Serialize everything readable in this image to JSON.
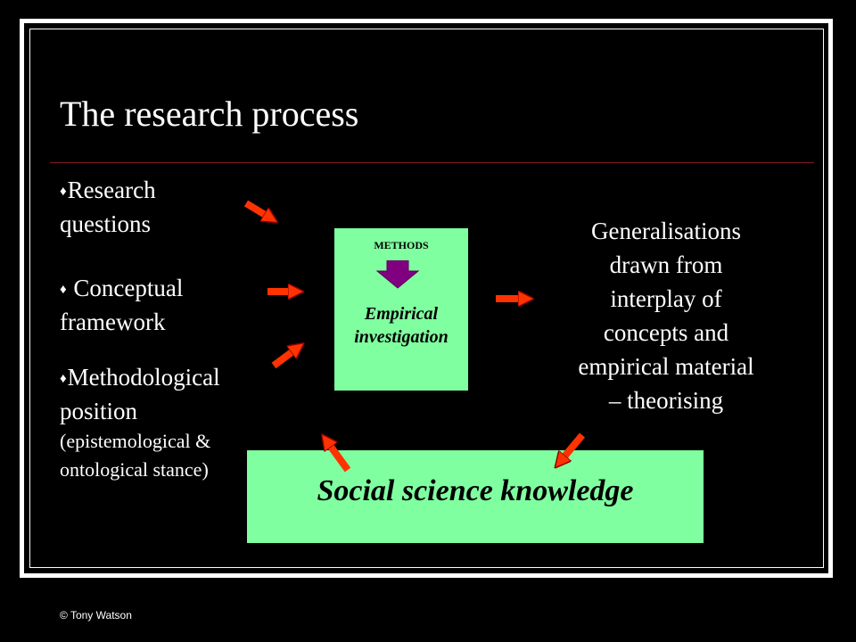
{
  "title": "The research process",
  "bullets": {
    "glyph": "♦",
    "research_line1": "Research",
    "research_line2": "questions",
    "conceptual_line1": " Conceptual",
    "conceptual_line2": "framework",
    "method_line1": "Methodological",
    "method_line2": "position",
    "method_line3": "(epistemological &",
    "method_line4": "ontological stance)"
  },
  "methods_box": {
    "label": "METHODS",
    "line1": "Empirical",
    "line2": "investigation"
  },
  "generalisations": {
    "line1": "Generalisations",
    "line2": "drawn from",
    "line3": "interplay of",
    "line4": "concepts and",
    "line5": "empirical material",
    "line6": "– theorising"
  },
  "knowledge_box": {
    "text": "Social science knowledge"
  },
  "copyright": "© Tony  Watson",
  "colors": {
    "background": "#000000",
    "box_fill": "#80ffa0",
    "arrow_red": "#ff3300",
    "methods_arrow": "#800080",
    "rule": "#8a1e1e"
  }
}
